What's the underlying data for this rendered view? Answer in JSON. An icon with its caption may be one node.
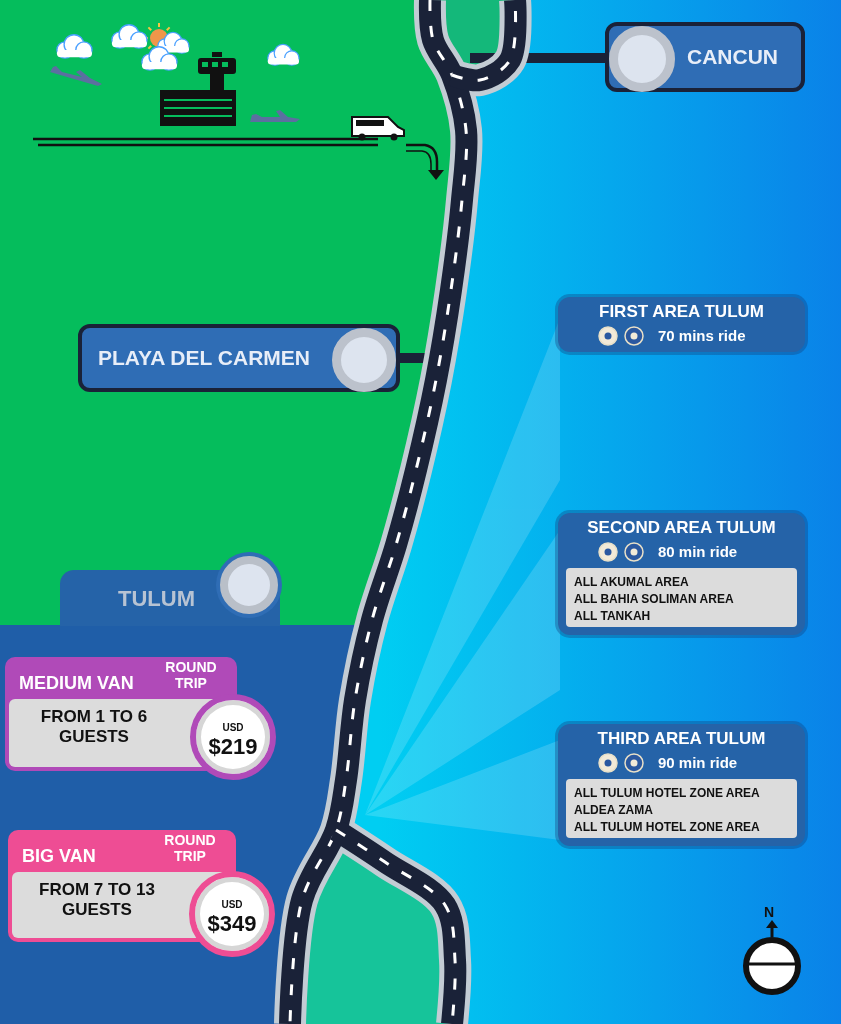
{
  "diagram": {
    "nodes": [
      {
        "text": [
          "CANCUN"
        ]
      },
      {
        "text": [
          "PLAYA DEL CARMEN"
        ]
      },
      {
        "text": [
          "TULUM"
        ]
      },
      {
        "text": [
          "FIRST AREA TULUM",
          "70 mins ride"
        ]
      },
      {
        "text": [
          "SECOND AREA TULUM",
          "80 min ride",
          "ALL AKUMAL AREA",
          "ALL  BAHIA SOLIMAN AREA",
          "ALL TANKAH"
        ]
      },
      {
        "text": [
          "THIRD AREA TULUM",
          "90 min ride",
          "ALL TULUM HOTEL ZONE AREA",
          "ALDEA ZAMA",
          "ALL TULUM  HOTEL ZONE AREA"
        ]
      },
      {
        "text": [
          "MEDIUM VAN",
          "ROUND TRIP",
          "FROM 1 TO 6 GUESTS"
        ]
      },
      {
        "text": [
          "USD",
          "$219"
        ]
      },
      {
        "text": [
          "BIG VAN",
          "ROUND TRIP",
          "FROM 7 TO 13 GUESTS"
        ]
      },
      {
        "text": [
          "USD",
          "$349"
        ]
      }
    ],
    "labels": [
      "N"
    ]
  }
}
